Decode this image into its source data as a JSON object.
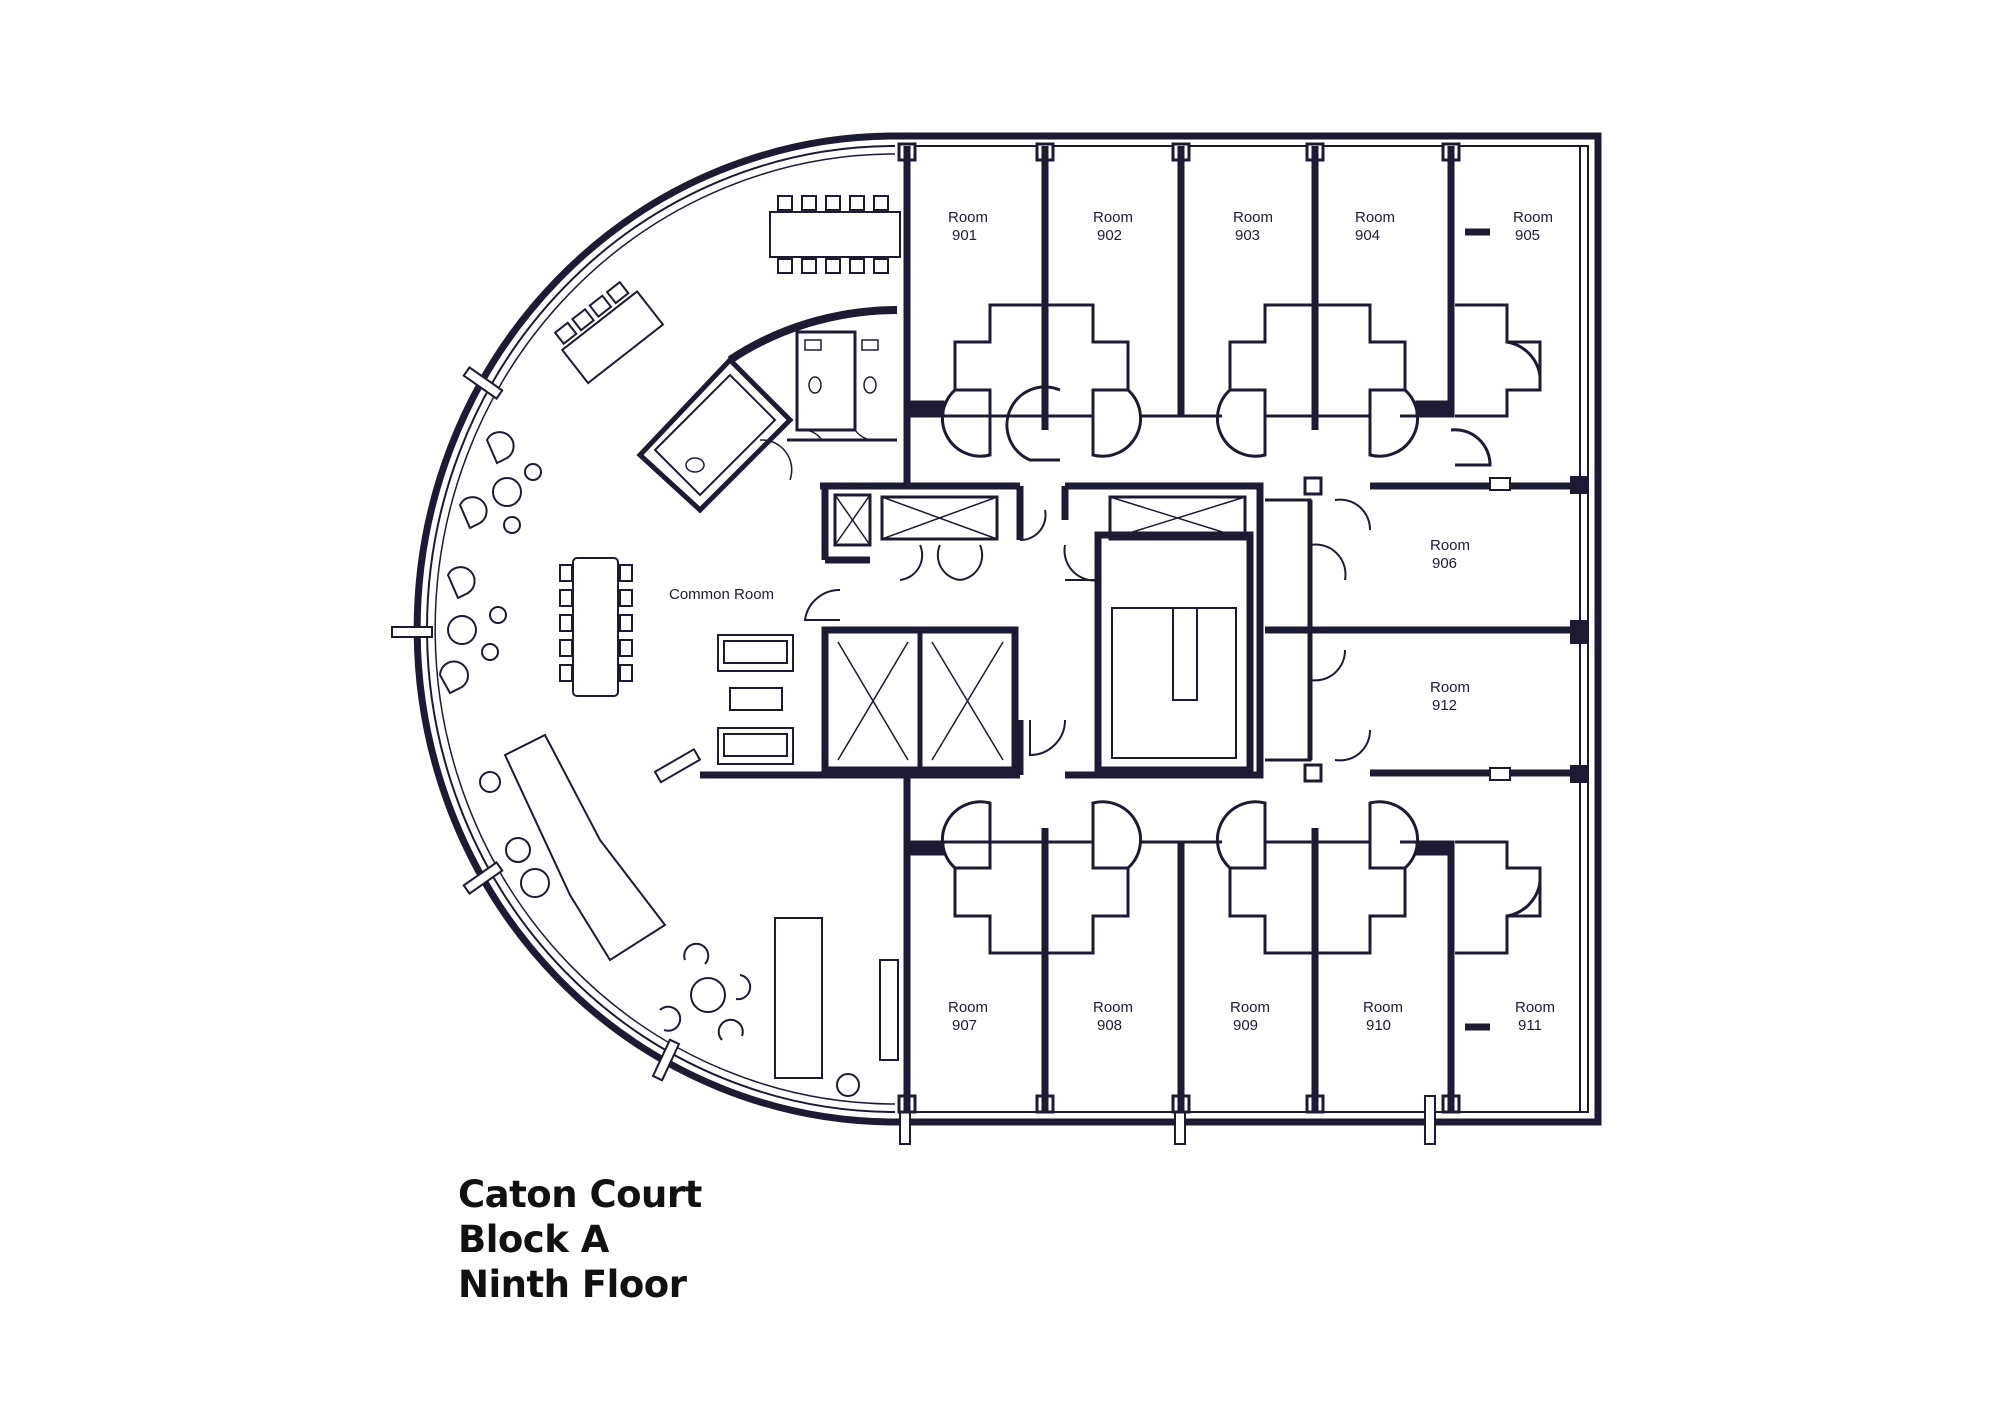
{
  "colors": {
    "wall": "#1b1c33",
    "line": "#1b1c33",
    "background": "#ffffff"
  },
  "rooms": [
    {
      "label": "Room",
      "number": "901"
    },
    {
      "label": "Room",
      "number": "902"
    },
    {
      "label": "Room",
      "number": "903"
    },
    {
      "label": "Room",
      "number": "904"
    },
    {
      "label": "Room",
      "number": "905"
    },
    {
      "label": "Room",
      "number": "906"
    },
    {
      "label": "Room",
      "number": "912"
    },
    {
      "label": "Room",
      "number": "907"
    },
    {
      "label": "Room",
      "number": "908"
    },
    {
      "label": "Room",
      "number": "909"
    },
    {
      "label": "Room",
      "number": "910"
    },
    {
      "label": "Room",
      "number": "911"
    }
  ],
  "common_room": "Common Room",
  "caption": {
    "building": "Caton Court",
    "block": "Block A",
    "floor": "Ninth Floor"
  }
}
